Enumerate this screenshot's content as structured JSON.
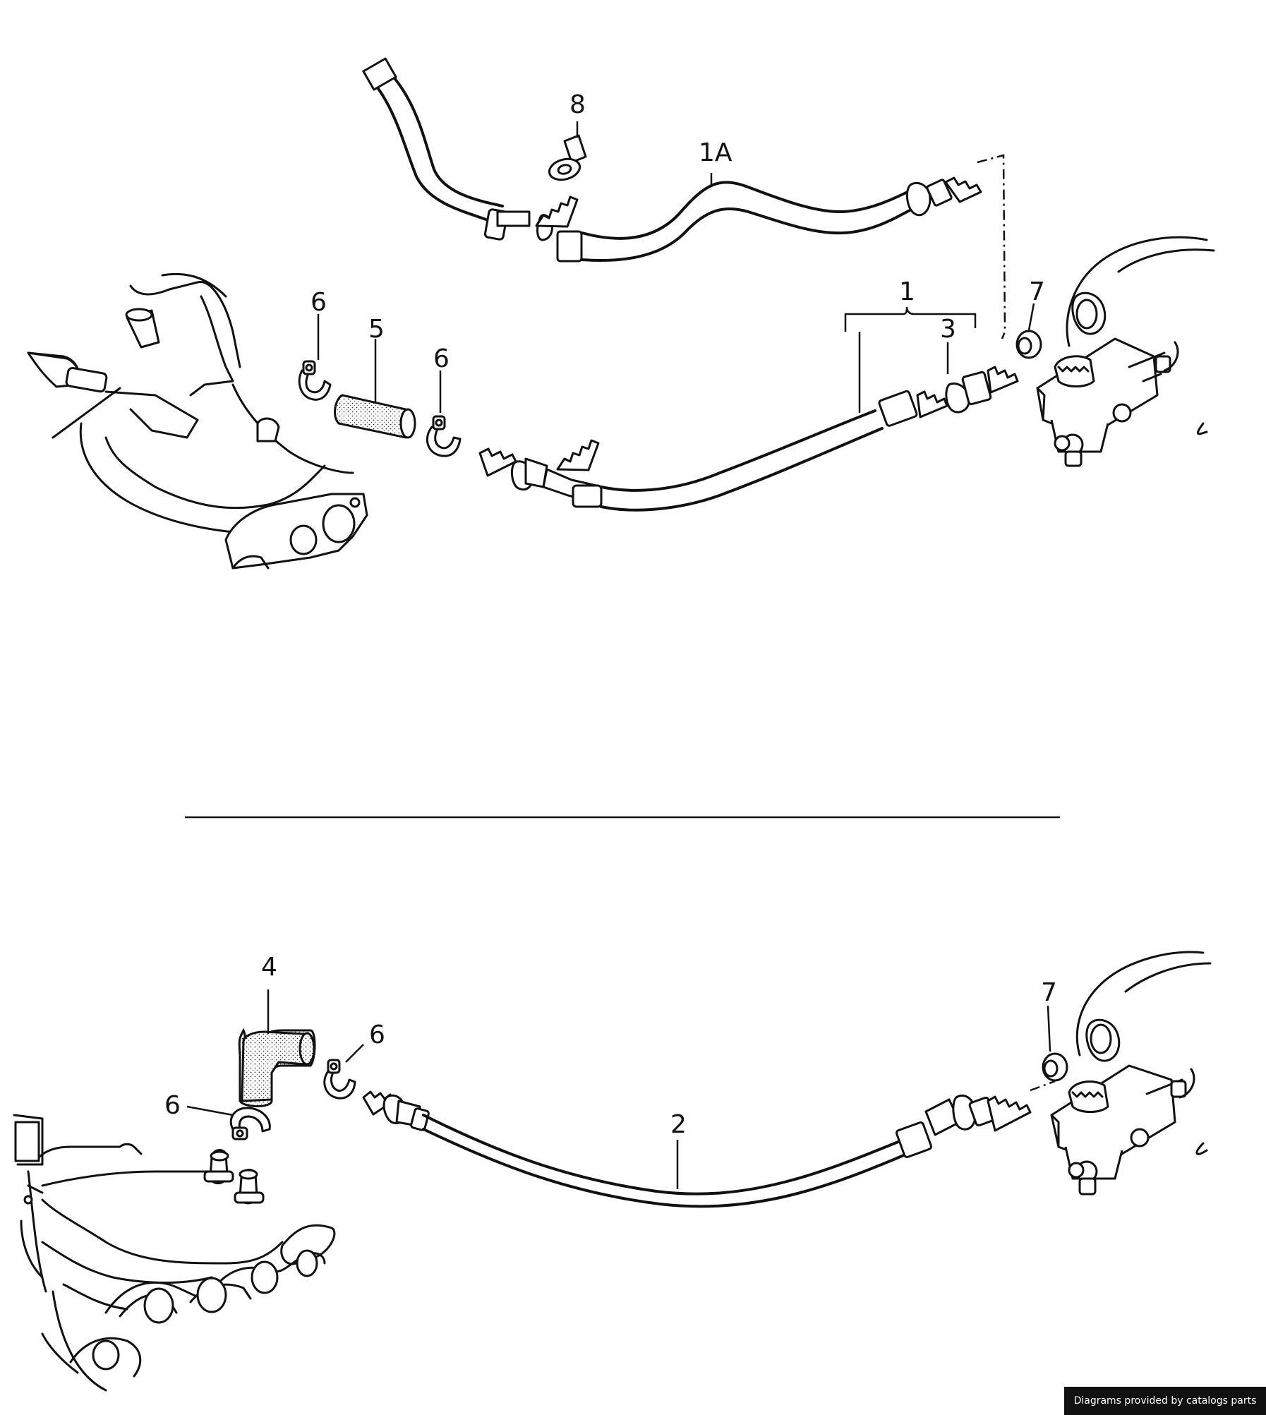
{
  "callouts": {
    "c1": "1",
    "c1A": "1A",
    "c2": "2",
    "c3": "3",
    "c4": "4",
    "c5": "5",
    "c6a": "6",
    "c6b": "6",
    "c6c": "6",
    "c6d": "6",
    "c7a": "7",
    "c7b": "7",
    "c8": "8"
  },
  "footer": {
    "credit": "Diagrams provided by catalogs parts"
  }
}
